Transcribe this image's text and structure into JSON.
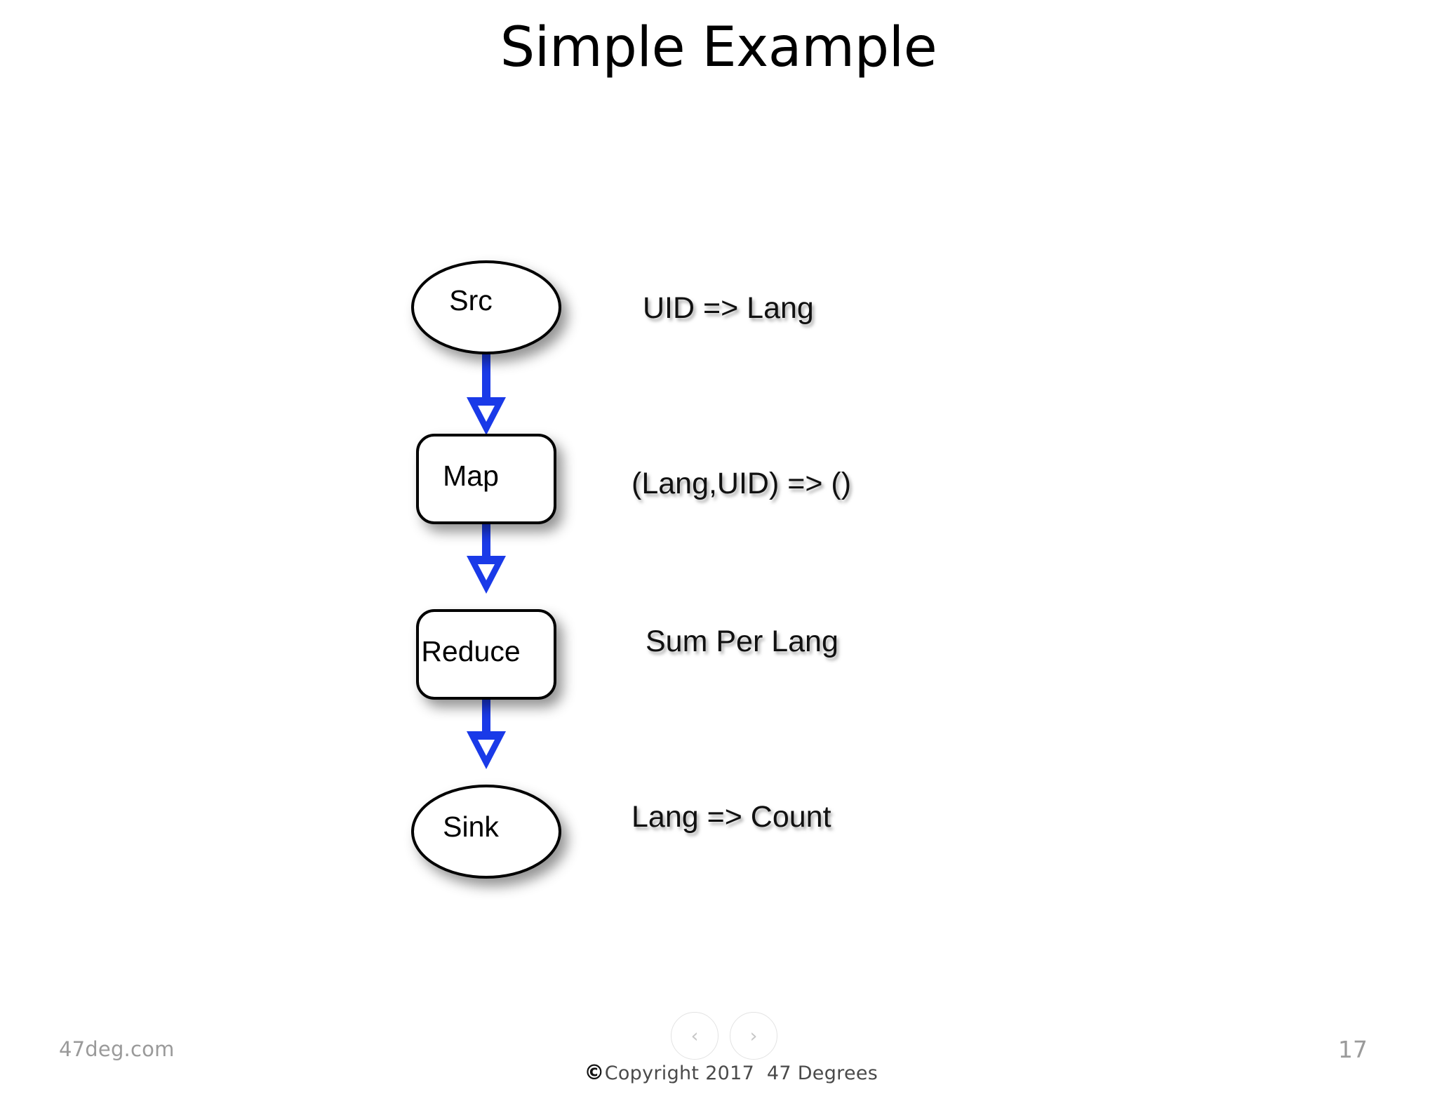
{
  "slide": {
    "title": "Simple Example",
    "page_number": "17"
  },
  "diagram": {
    "accent_color": "#1a3ae8",
    "node_stroke_color": "#000000",
    "node_fill_color": "#ffffff",
    "nodes": [
      {
        "id": "src",
        "label": "Src",
        "shape": "ellipse"
      },
      {
        "id": "map",
        "label": "Map",
        "shape": "rounded-rect"
      },
      {
        "id": "reduce",
        "label": "Reduce",
        "shape": "rounded-rect"
      },
      {
        "id": "sink",
        "label": "Sink",
        "shape": "ellipse"
      }
    ],
    "edges": [
      {
        "from": "src",
        "to": "map"
      },
      {
        "from": "map",
        "to": "reduce"
      },
      {
        "from": "reduce",
        "to": "sink"
      }
    ],
    "annotations": [
      {
        "for": "src",
        "text": "UID => Lang"
      },
      {
        "for": "map",
        "text": "(Lang,UID) => ()"
      },
      {
        "for": "reduce",
        "text": "Sum Per Lang"
      },
      {
        "for": "sink",
        "text": "Lang => Count"
      }
    ]
  },
  "footer": {
    "site": "47deg.com",
    "copyright": "© Copyright 2017  47 Degrees",
    "copyright_symbol": "©",
    "copyright_text": "Copyright 2017  47 Degrees",
    "prev_icon": "‹",
    "next_icon": "›"
  }
}
